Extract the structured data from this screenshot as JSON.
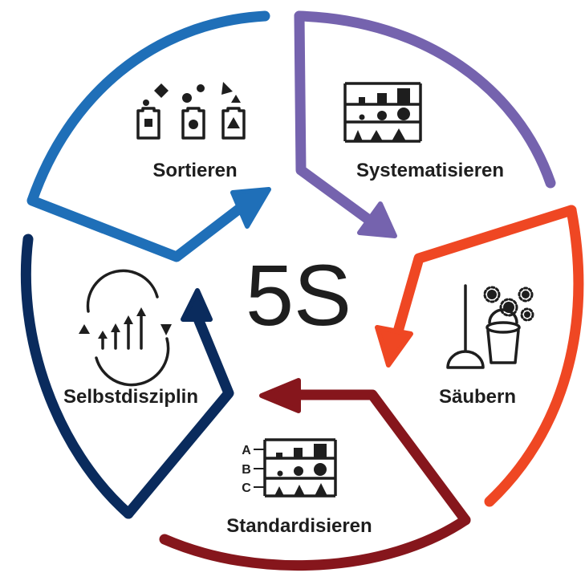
{
  "center": {
    "title": "5S"
  },
  "colors": {
    "ink": "#1e1e1e",
    "sortieren": "#1f6fb8",
    "systematisieren": "#7563ae",
    "saeubern": "#ef4723",
    "standardisieren": "#86161c",
    "selbstdisziplin": "#0a2b5d"
  },
  "steps": [
    {
      "label": "Sortieren",
      "icon": "sorting-bins-icon",
      "color": "#1f6fb8"
    },
    {
      "label": "Systematisieren",
      "icon": "organized-shelf-icon",
      "color": "#7563ae"
    },
    {
      "label": "Säubern",
      "icon": "mop-and-bucket-icon",
      "color": "#ef4723"
    },
    {
      "label": "Standardisieren",
      "icon": "labeled-shelf-icon",
      "color": "#86161c",
      "row_labels": [
        "A",
        "B",
        "C"
      ]
    },
    {
      "label": "Selbstdisziplin",
      "icon": "cycle-arrows-icon",
      "color": "#0a2b5d"
    }
  ]
}
